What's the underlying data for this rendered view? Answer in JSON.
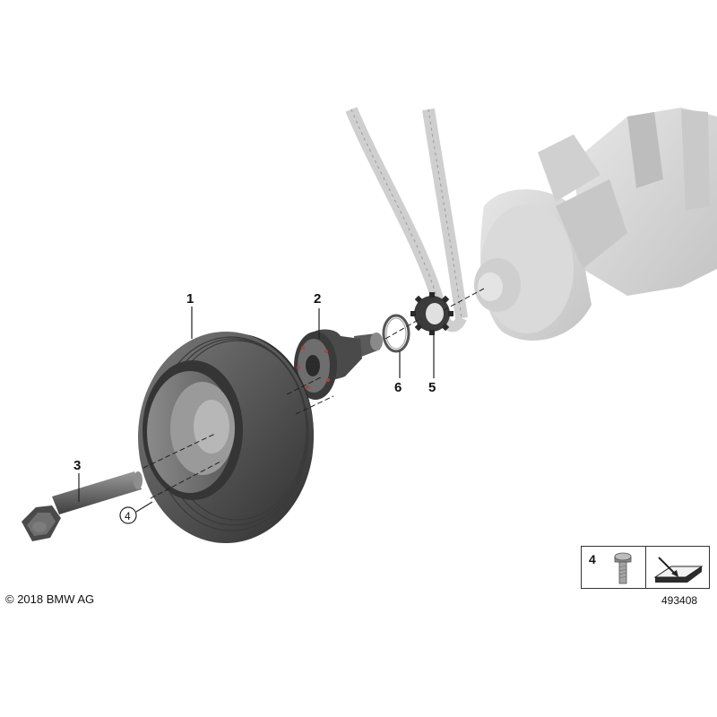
{
  "callouts": {
    "c1": "1",
    "c2": "2",
    "c3": "3",
    "c4": "4",
    "c5": "5",
    "c6": "6"
  },
  "copyright": "© 2018 BMW AG",
  "legend": {
    "part_number": "4",
    "bolt_icon": "bolt-icon",
    "torque_icon": "torque-direction-icon"
  },
  "diagram_number": "493408",
  "colors": {
    "pulley_dark": "#4a4a4a",
    "pulley_mid": "#6b6b6b",
    "ghost_gray": "#d4d4d4"
  }
}
